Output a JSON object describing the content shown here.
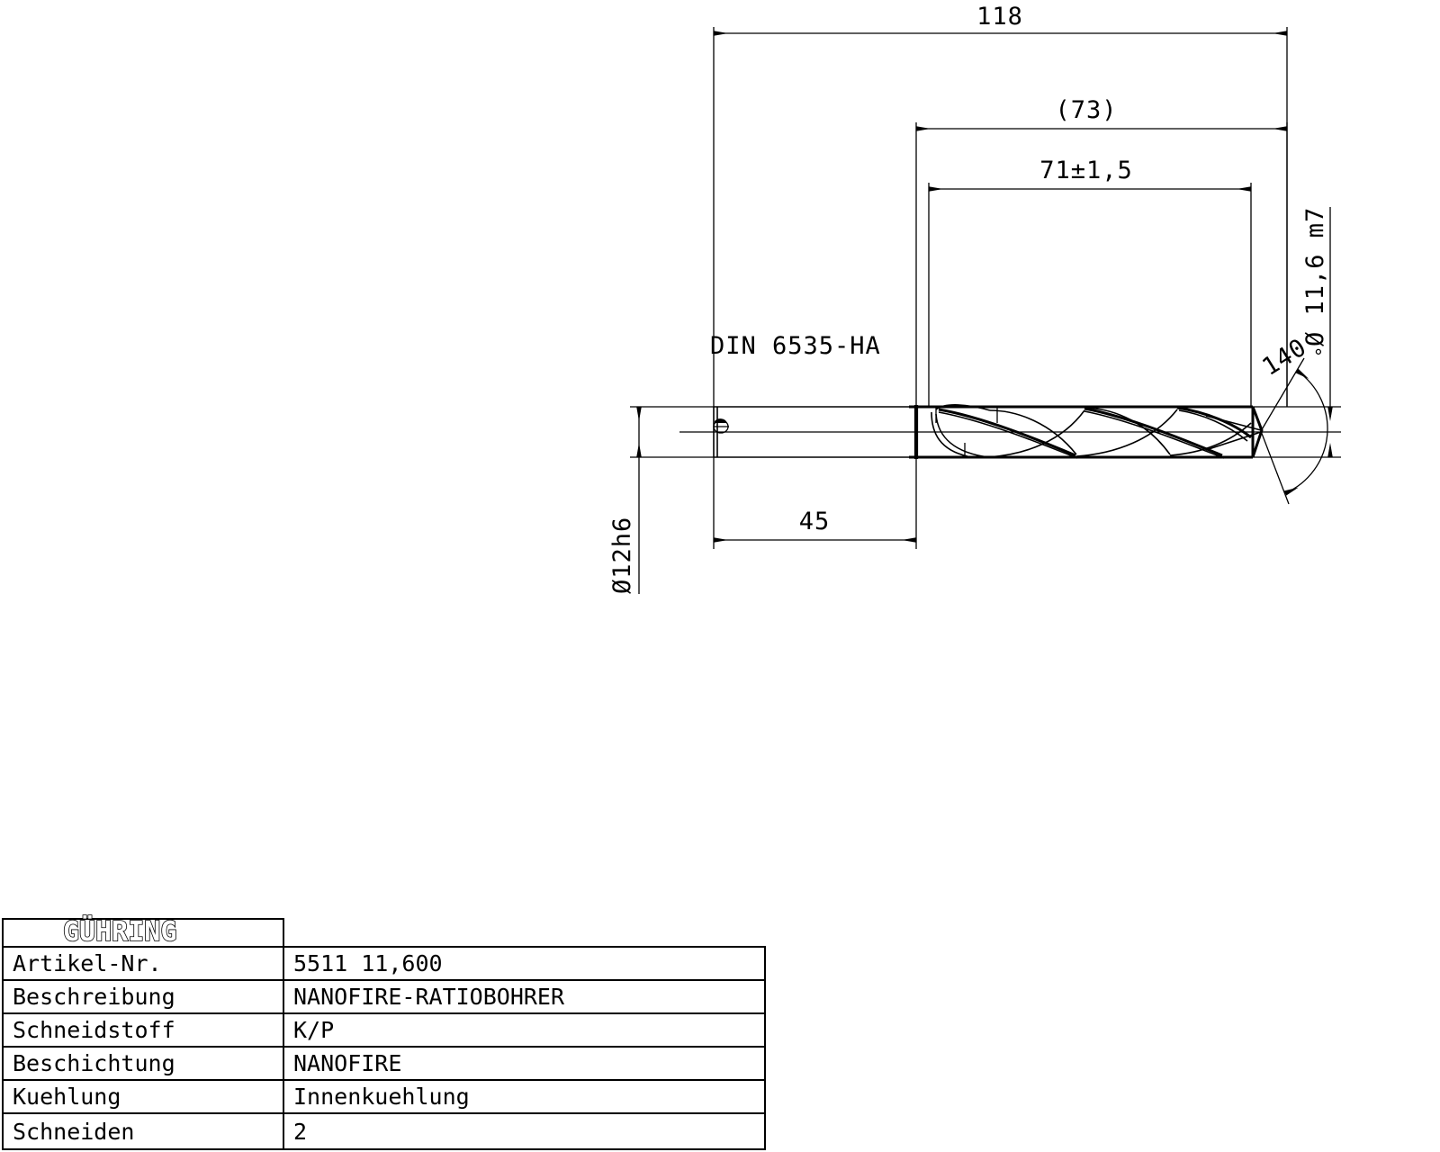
{
  "drawing": {
    "title": "Technical drawing of Guhring NANOFIRE Ratiobohrer drill bit",
    "dimensions": {
      "overall_length": "118",
      "reference_length": "(73)",
      "flute_length": "71±1,5",
      "shank_length": "45",
      "shank_diameter": "Ø12h6",
      "cutting_diameter": "Ø 11,6  m7",
      "point_angle": "140",
      "point_angle_unit": "°",
      "shank_standard": "DIN 6535-HA"
    },
    "units": "mm",
    "line_color": "#000000",
    "background_color": "#ffffff"
  },
  "title_block": {
    "logo": "GÜHRING",
    "rows": [
      {
        "label": "Artikel-Nr.",
        "value": "5511 11,600"
      },
      {
        "label": "Beschreibung",
        "value": "NANOFIRE-RATIOBOHRER"
      },
      {
        "label": "Schneidstoff",
        "value": "K/P"
      },
      {
        "label": "Beschichtung",
        "value": "NANOFIRE"
      },
      {
        "label": "Kuehlung",
        "value": "Innenkuehlung"
      },
      {
        "label": "Schneiden",
        "value": "2"
      }
    ]
  }
}
